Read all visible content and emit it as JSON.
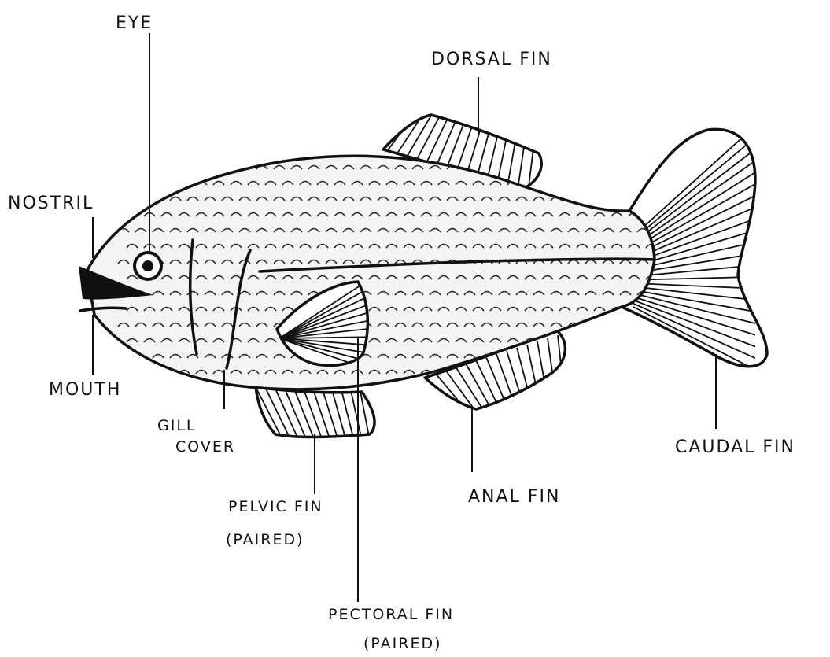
{
  "labels": {
    "eye": "EYE",
    "nostril": "NOSTRIL",
    "mouth": "MOUTH",
    "gill_cover_line1": "GILL",
    "gill_cover_line2": "COVER",
    "dorsal_fin": "DORSAL FIN",
    "caudal_fin": "CAUDAL FIN",
    "anal_fin": "ANAL FIN",
    "pelvic_fin_line1": "PELVIC FIN",
    "pelvic_fin_line2": "(PAIRED)",
    "pectoral_fin_line1": "PECTORAL FIN",
    "pectoral_fin_line2": "(PAIRED)"
  }
}
